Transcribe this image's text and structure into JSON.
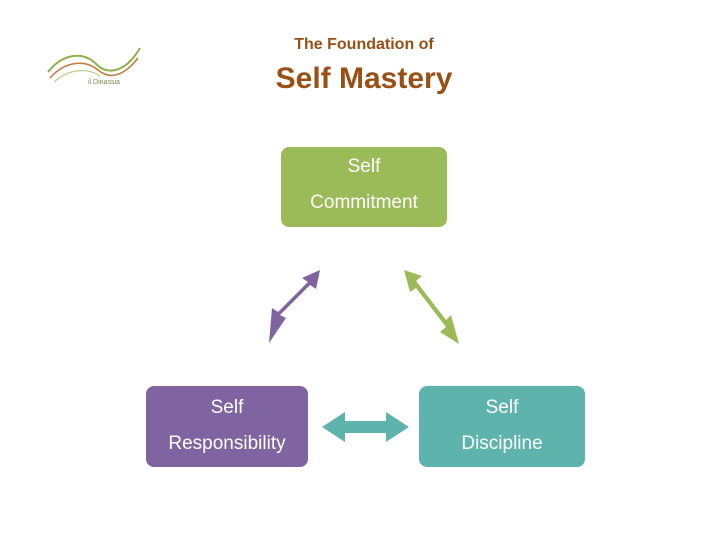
{
  "header": {
    "subtitle": "The Foundation of",
    "title": "Self Mastery"
  },
  "logo": {
    "icon": "wave-logo-icon",
    "text_primary": "il Dinassia",
    "colors": [
      "#8fb04a",
      "#c77a3a"
    ]
  },
  "nodes": {
    "commitment": {
      "line1": "Self",
      "line2": "Commitment",
      "color": "#9bbb59"
    },
    "responsibility": {
      "line1": "Self",
      "line2": "Responsibility",
      "color": "#8064a2"
    },
    "discipline": {
      "line1": "Self",
      "line2": "Discipline",
      "color": "#5fb3ad"
    }
  },
  "connectors": [
    {
      "from": "responsibility",
      "to": "commitment",
      "type": "double-arrow",
      "color": "#8064a2"
    },
    {
      "from": "commitment",
      "to": "discipline",
      "type": "double-arrow",
      "color": "#9bbb59"
    },
    {
      "from": "responsibility",
      "to": "discipline",
      "type": "double-arrow",
      "color": "#5fb3ad"
    }
  ]
}
